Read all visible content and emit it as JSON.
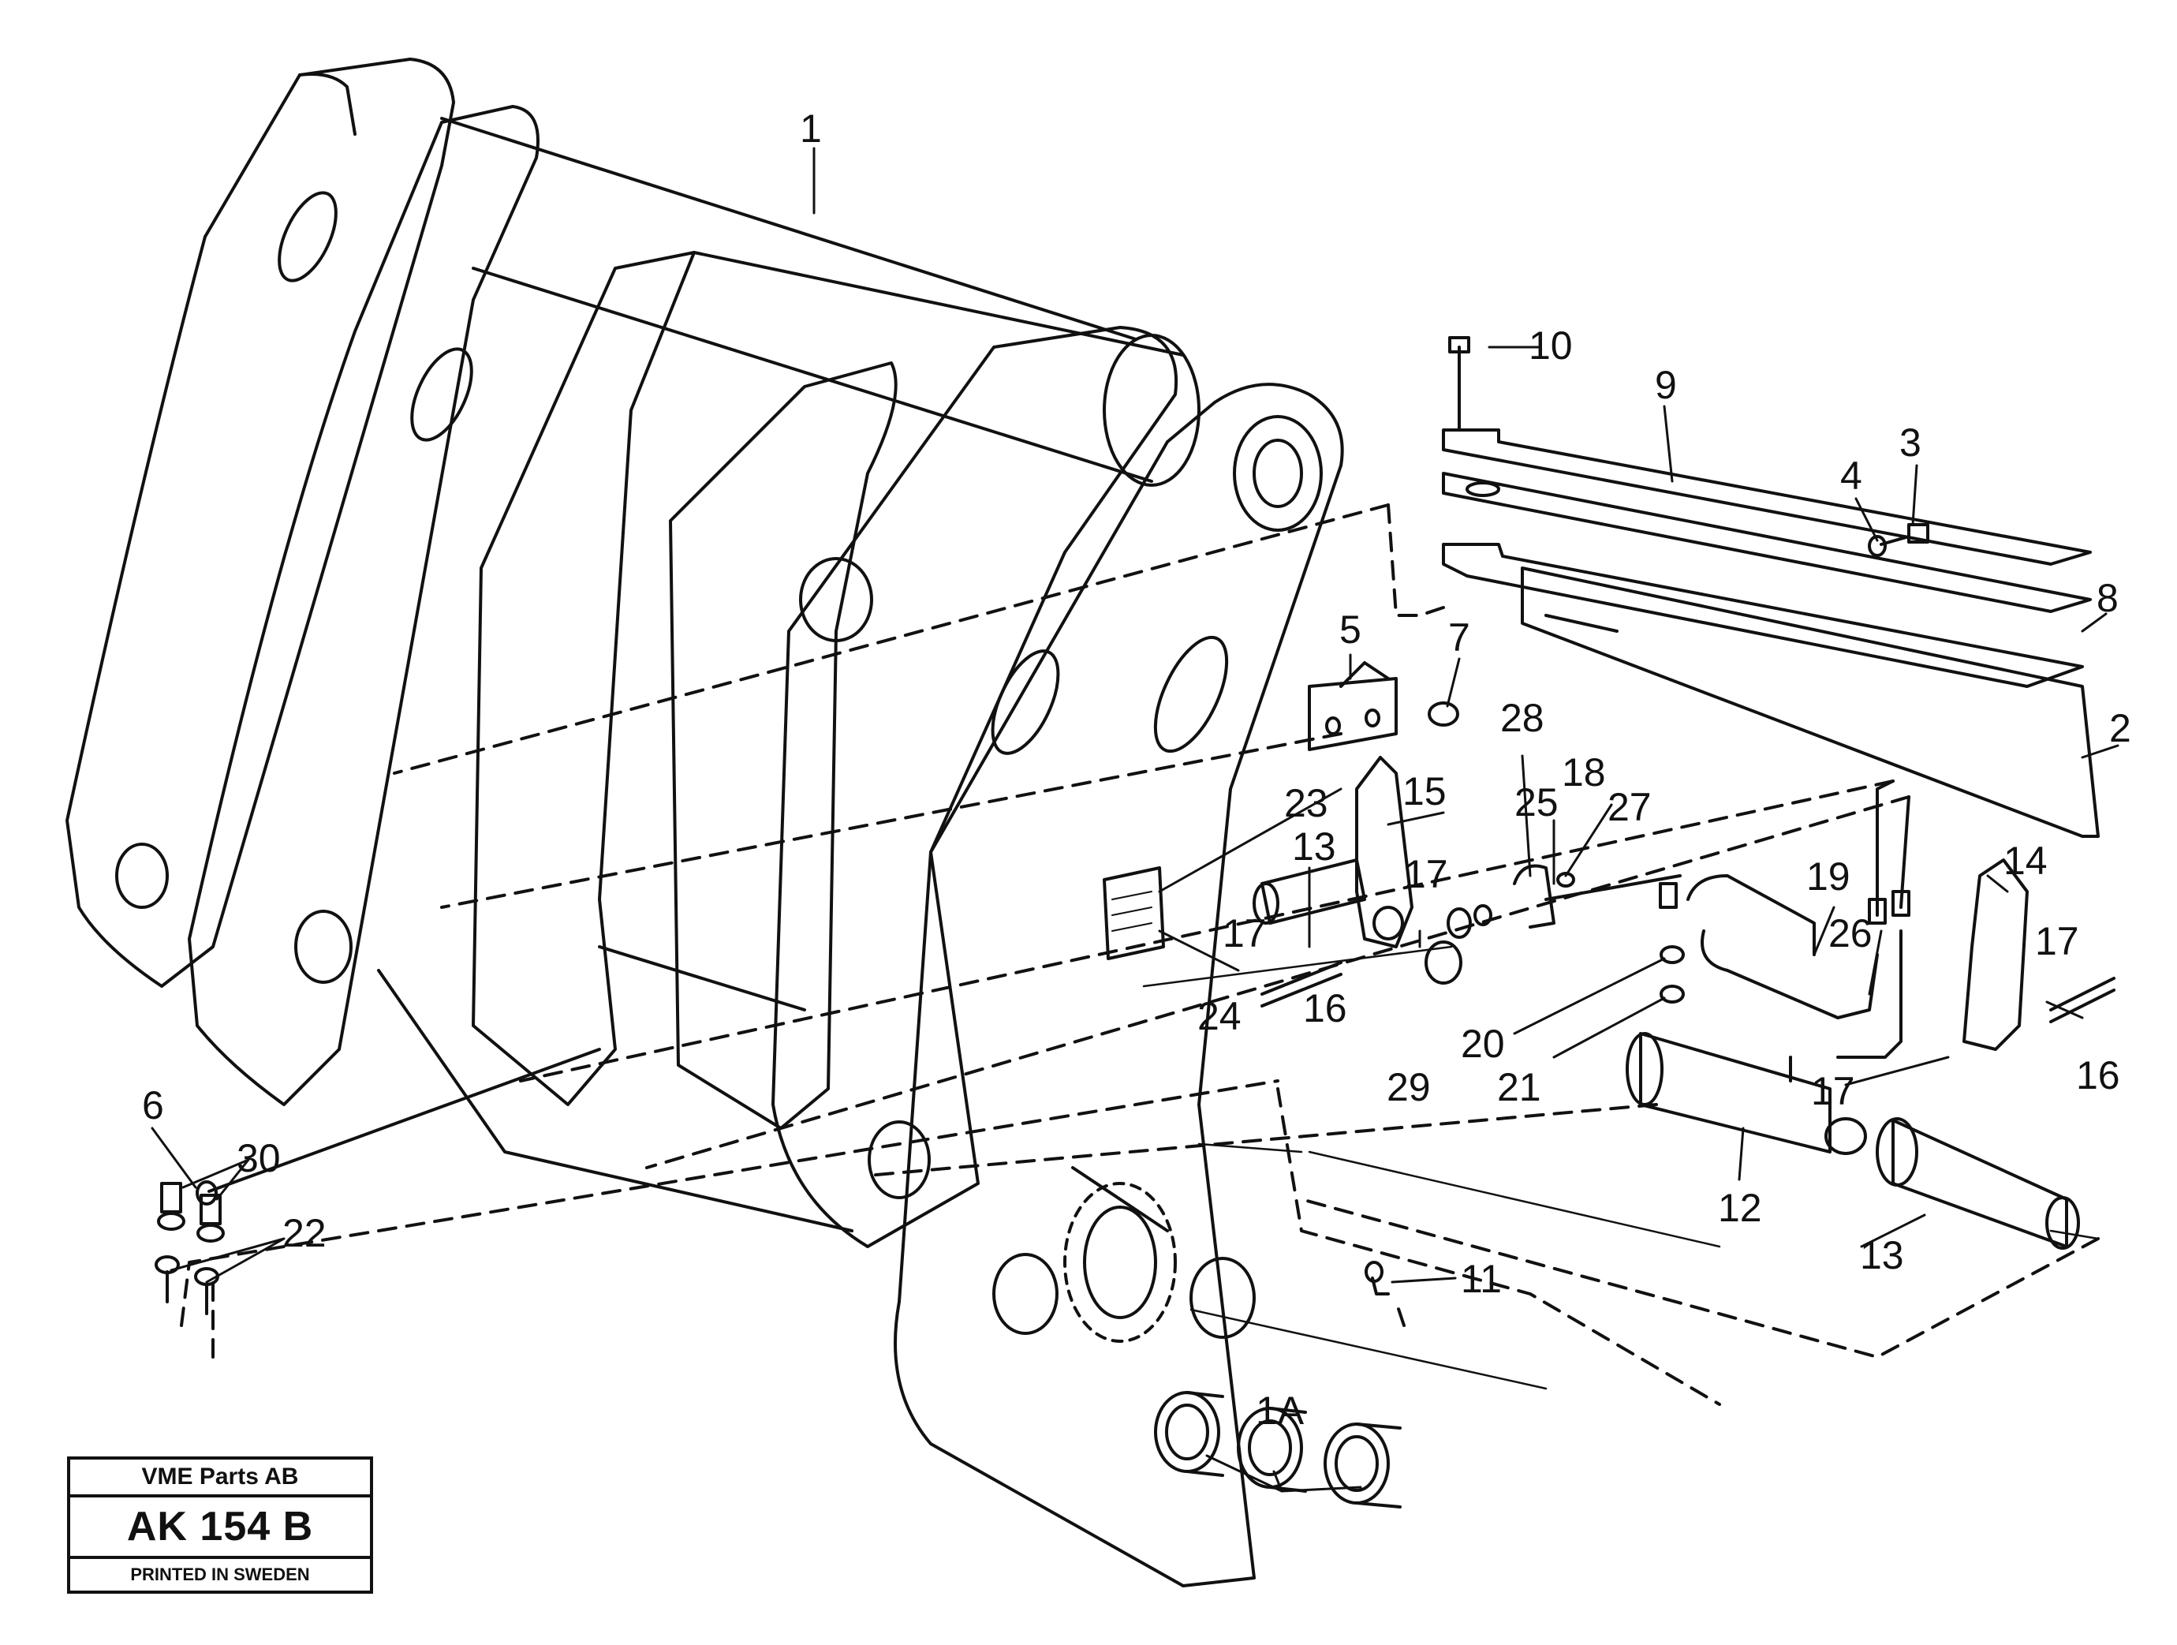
{
  "labels": [
    {
      "id": "l1",
      "text": "1"
    },
    {
      "id": "l1a",
      "text": "1A"
    },
    {
      "id": "l2",
      "text": "2"
    },
    {
      "id": "l3",
      "text": "3"
    },
    {
      "id": "l4",
      "text": "4"
    },
    {
      "id": "l5",
      "text": "5"
    },
    {
      "id": "l6",
      "text": "6"
    },
    {
      "id": "l7",
      "text": "7"
    },
    {
      "id": "l8",
      "text": "8"
    },
    {
      "id": "l9",
      "text": "9"
    },
    {
      "id": "l10",
      "text": "10"
    },
    {
      "id": "l11",
      "text": "11"
    },
    {
      "id": "l12",
      "text": "12"
    },
    {
      "id": "l13a",
      "text": "13"
    },
    {
      "id": "l13b",
      "text": "13"
    },
    {
      "id": "l14",
      "text": "14"
    },
    {
      "id": "l15",
      "text": "15"
    },
    {
      "id": "l16a",
      "text": "16"
    },
    {
      "id": "l16b",
      "text": "16"
    },
    {
      "id": "l17a",
      "text": "17"
    },
    {
      "id": "l17b",
      "text": "17"
    },
    {
      "id": "l17c",
      "text": "17"
    },
    {
      "id": "l17d",
      "text": "17"
    },
    {
      "id": "l18",
      "text": "18"
    },
    {
      "id": "l19",
      "text": "19"
    },
    {
      "id": "l20",
      "text": "20"
    },
    {
      "id": "l21",
      "text": "21"
    },
    {
      "id": "l22",
      "text": "22"
    },
    {
      "id": "l23",
      "text": "23"
    },
    {
      "id": "l24",
      "text": "24"
    },
    {
      "id": "l25",
      "text": "25"
    },
    {
      "id": "l26",
      "text": "26"
    },
    {
      "id": "l27",
      "text": "27"
    },
    {
      "id": "l28",
      "text": "28"
    },
    {
      "id": "l29",
      "text": "29"
    },
    {
      "id": "l30",
      "text": "30"
    }
  ],
  "title_block": {
    "company": "VME Parts AB",
    "code": "AK 154 B",
    "printed": "PRINTED IN SWEDEN"
  },
  "colors": {
    "ink": "#111111",
    "paper": "#ffffff"
  }
}
